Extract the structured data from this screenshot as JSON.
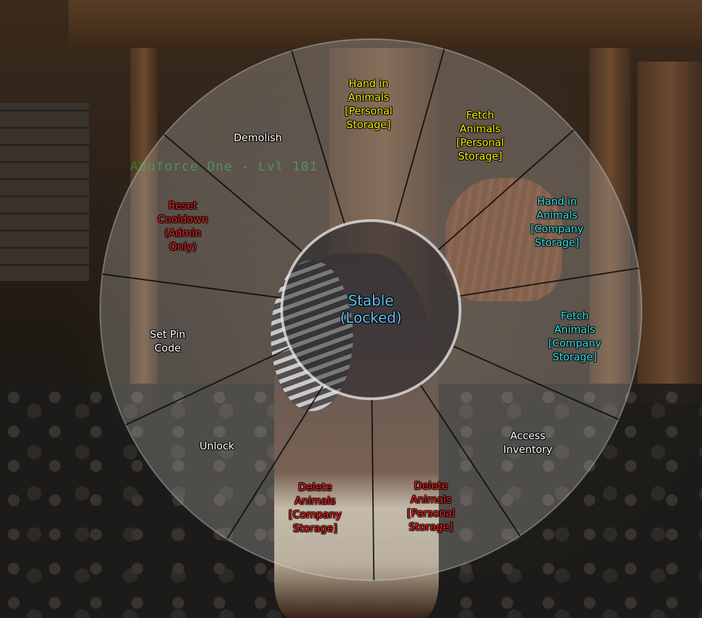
{
  "scene": {
    "nameplate": "Abuforce One - Lvl 101"
  },
  "radial_menu": {
    "title_line1": "Stable",
    "title_line2": "(Locked)",
    "options": [
      {
        "id": "hand-in-personal",
        "text": "Hand in\nAnimals\n[Personal\nStorage]",
        "color": "#f4f200"
      },
      {
        "id": "fetch-personal",
        "text": "Fetch\nAnimals\n[Personal\nStorage]",
        "color": "#f4f200"
      },
      {
        "id": "hand-in-company",
        "text": "Hand in\nAnimals\n[Company\nStorage]",
        "color": "#33e6ec"
      },
      {
        "id": "fetch-company",
        "text": "Fetch\nAnimals\n[Company\nStorage]",
        "color": "#33e6ec"
      },
      {
        "id": "access-inventory",
        "text": "Access\nInventory",
        "color": "#ffffff"
      },
      {
        "id": "delete-personal",
        "text": "Delete\nAnimals\n[Personal\nStorage]",
        "color": "#ff1e1e"
      },
      {
        "id": "delete-company",
        "text": "Delete\nAnimals\n[Company\nStorage]",
        "color": "#ff1e1e"
      },
      {
        "id": "unlock",
        "text": "Unlock",
        "color": "#ffffff"
      },
      {
        "id": "set-pin-code",
        "text": "Set Pin\nCode",
        "color": "#ffffff"
      },
      {
        "id": "reset-cooldown",
        "text": "Reset\nCooldown\n(Admin\nOnly)",
        "color": "#ff1e1e"
      },
      {
        "id": "demolish",
        "text": "Demolish",
        "color": "#ffffff"
      }
    ]
  }
}
